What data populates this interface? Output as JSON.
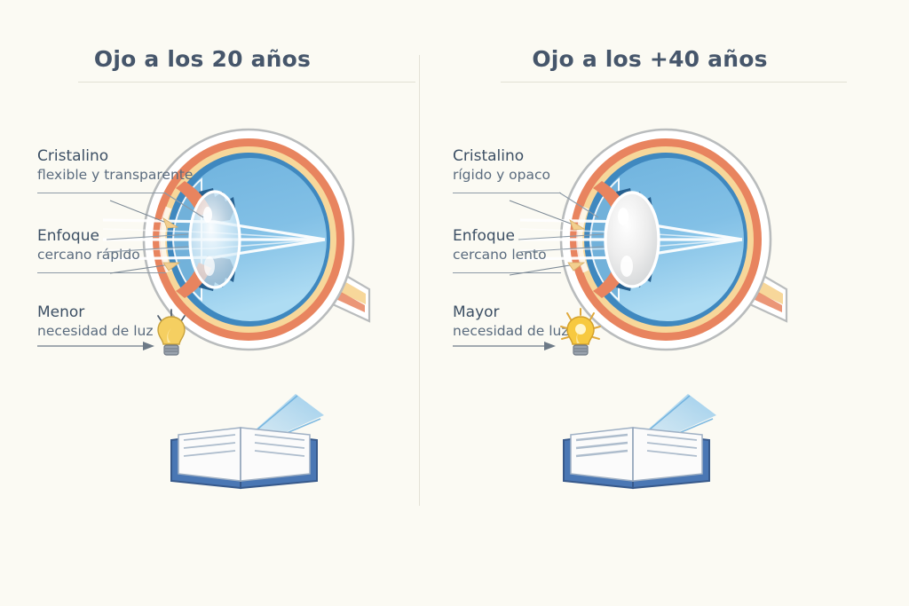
{
  "background_color": "#FBFAF3",
  "divider_color": "#e3e1d6",
  "text_color_primary": "#3c4f64",
  "text_color_secondary": "#5a6b7e",
  "title_color": "#46566b",
  "palette": {
    "sclera": "#ffffff",
    "sclera_edge": "#b9bcbd",
    "choroid": "#e8845f",
    "retina": "#f7d79a",
    "vitreous": "#74b6e0",
    "vitreous_light": "#a8d4ee",
    "iris_ciliary": "#2f73a8",
    "lens_clear": "#d7ecf8",
    "lens_opaque": "#dcdcdc",
    "ray": "#ffffff",
    "book_cover": "#4a77b4",
    "book_page": "#fbfbfb",
    "bulb_glass": "#f5cf61",
    "bulb_base": "#8a93a0"
  },
  "panels": [
    {
      "id": "panel-20",
      "title": "Ojo a los 20 años",
      "age_group": "20",
      "lens_state": "clear",
      "callouts": [
        {
          "id": "cristalino",
          "line1": "Cristalino",
          "line2": "flexible y transparente"
        },
        {
          "id": "enfoque",
          "line1": "Enfoque",
          "line2": "cercano rápido"
        },
        {
          "id": "luz",
          "line1": "Menor",
          "line2": "necesidad de luz",
          "icon": "lightbulb-icon"
        }
      ],
      "book": {
        "icon": "open-book-icon",
        "beam": "light-beam"
      }
    },
    {
      "id": "panel-40",
      "title": "Ojo a los +40 años",
      "age_group": "+40",
      "lens_state": "opaque",
      "callouts": [
        {
          "id": "cristalino",
          "line1": "Cristalino",
          "line2": "rígido y opaco"
        },
        {
          "id": "enfoque",
          "line1": "Enfoque",
          "line2": "cercano lento"
        },
        {
          "id": "luz",
          "line1": "Mayor",
          "line2": "necesidad de luz",
          "icon": "lightbulb-icon"
        }
      ],
      "book": {
        "icon": "open-book-icon",
        "beam": "light-beam"
      }
    }
  ]
}
